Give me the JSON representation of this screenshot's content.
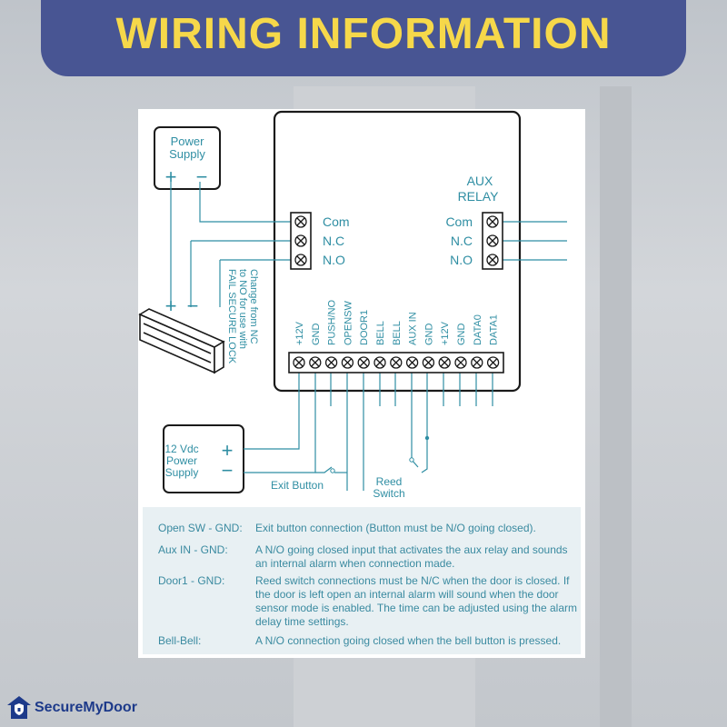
{
  "banner": {
    "title": "WIRING INFORMATION"
  },
  "diagram": {
    "power_supply": {
      "label_line1": "Power",
      "label_line2": "Supply",
      "plus": "+",
      "minus": "−"
    },
    "lock": {
      "plus": "+",
      "minus": "−"
    },
    "lock_note": {
      "line1": "Change from NC",
      "line2": "to NO for use with",
      "line3": "FAIL SECURE LOCK"
    },
    "aux_relay": {
      "line1": "AUX",
      "line2": "RELAY"
    },
    "left_relay_terms": [
      "Com",
      "N.C",
      "N.O"
    ],
    "right_relay_terms": [
      "Com",
      "N.C",
      "N.O"
    ],
    "bottom_terms": [
      "+12V",
      "GND",
      "PUSH/NO",
      "OPENSW",
      "DOOR1",
      "BELL",
      "BELL",
      "AUX IN",
      "GND",
      "+12V",
      "GND",
      "DATA0",
      "DATA1"
    ],
    "psu12": {
      "line1": "12 Vdc",
      "line2": "Power",
      "line3": "Supply",
      "plus": "+",
      "minus": "−"
    },
    "exit_button": "Exit Button",
    "reed_switch": {
      "line1": "Reed",
      "line2": "Switch"
    }
  },
  "notes": [
    {
      "key": "Open SW - GND:",
      "value": "Exit button connection (Button must be N/O going closed)."
    },
    {
      "key": "Aux IN - GND:",
      "value": "A N/O going closed input that activates the aux relay and sounds an internal alarm when connection made."
    },
    {
      "key": "Door1 - GND:",
      "value": "Reed switch connections must be N/C when the door is closed. If the door is left open an internal alarm will sound when the door sensor mode is enabled. The time can be adjusted using the alarm delay time settings."
    },
    {
      "key": "Bell-Bell:",
      "value": "A N/O connection going closed when the bell button is pressed."
    }
  ],
  "brand": {
    "name": "SecureMyDoor"
  },
  "colors": {
    "banner": "#485593",
    "title": "#f6d84a",
    "diagram": "#2f8ea3",
    "brand": "#1d3a8a"
  }
}
